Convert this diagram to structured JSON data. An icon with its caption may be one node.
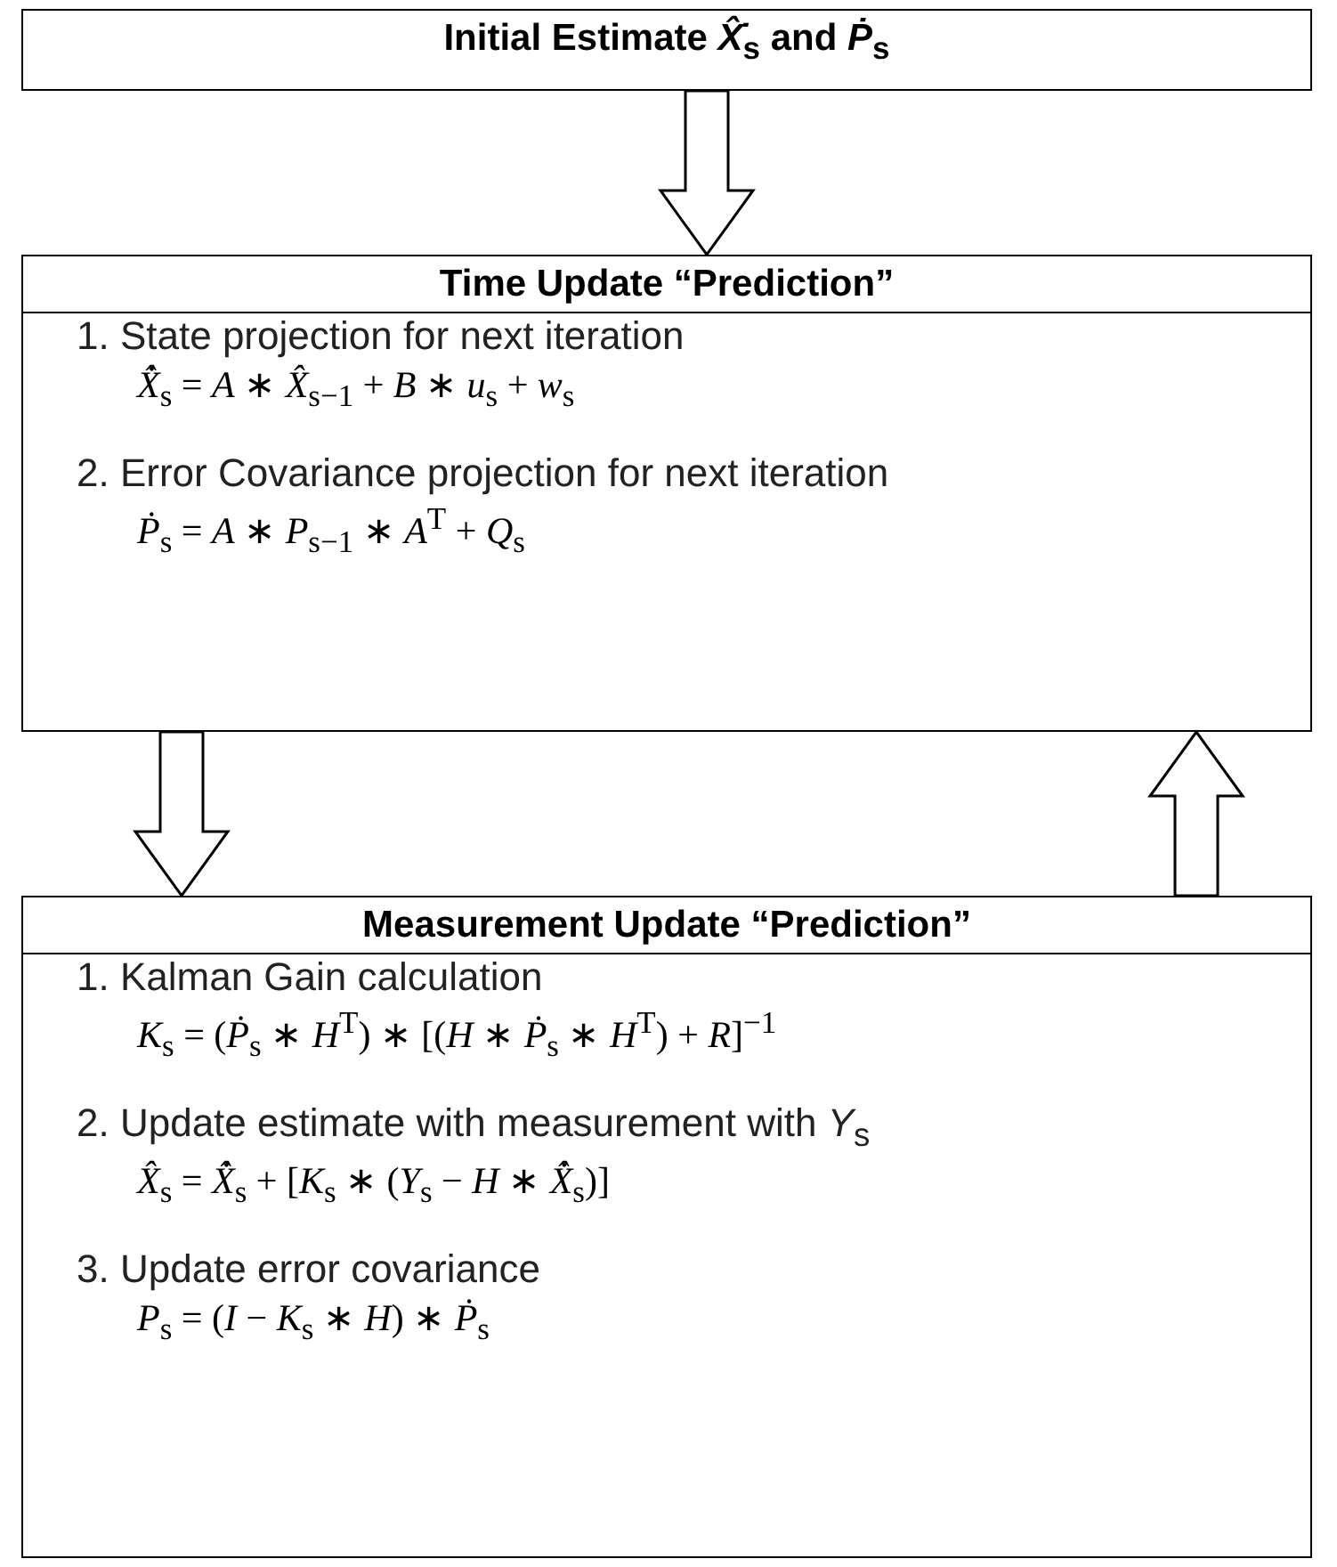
{
  "diagram": {
    "nodes": [
      {
        "text": [
          "Initial Estimate *X̂̇*$_{s}$ and *Ṗ*$_{s}$"
        ]
      },
      {
        "text": [
          "Time Update “Prediction”",
          "1. State projection for next iteration",
          "*X̂̇*$_{s}$ = *A* ∗ *X̂*$_{s−1}$ + *B* ∗ *u*$_{s}$ + *w*$_{s}$",
          "2. Error Covariance projection for next iteration",
          "*Ṗ*$_{s}$ = *A* ∗ *P*$_{s−1}$ ∗ *A*$^{T}$ + *Q*$_{s}$"
        ]
      },
      {
        "text": [
          "Measurement Update “Prediction”",
          "1. Kalman Gain calculation",
          "*K*$_{s}$ = (*Ṗ*$_{s}$ ∗ *H*$^{T}$) ∗ [(*H* ∗ *Ṗ*$_{s}$ ∗ *H*$^{T}$) + *R*]$^{−1}$",
          "2. Update estimate with measurement with *Y*$_{s}$",
          "*X̂*$_{s}$ = *X̂̇*$_{s}$ + [*K*$_{s}$ ∗ (*Y*$_{s}$ − *H* ∗ *X̂̇*$_{s}$)]",
          "3. Update error covariance",
          "*P*$_{s}$ = (*I* − *K*$_{s}$ ∗ *H*) ∗ *Ṗ*$_{s}$"
        ]
      }
    ],
    "edges": [
      {
        "from": 0,
        "to": 1,
        "arrow": "to"
      },
      {
        "from": 1,
        "to": 2,
        "arrow": "to"
      },
      {
        "from": 2,
        "to": 1,
        "arrow": "to"
      }
    ]
  }
}
